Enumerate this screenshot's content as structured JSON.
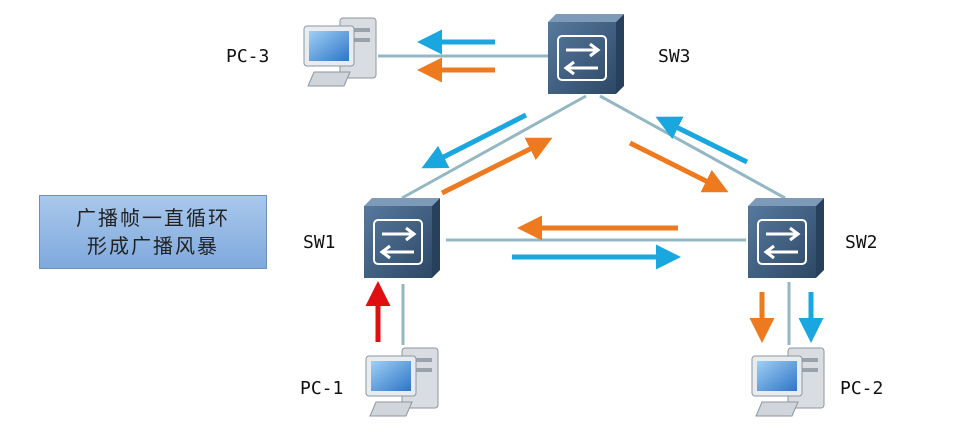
{
  "devices": {
    "sw1": "SW1",
    "sw2": "SW2",
    "sw3": "SW3",
    "pc1": "PC-1",
    "pc2": "PC-2",
    "pc3": "PC-3"
  },
  "callout": {
    "line1": "广播帧一直循环",
    "line2": "形成广播风暴"
  },
  "colors": {
    "link": "#94b7c4",
    "broadcast_blue": "#1aa7e0",
    "broadcast_orange": "#ee7a1f",
    "origin_red": "#e01010",
    "switch_face": "#3a5879"
  },
  "icons": [
    "switch-icon",
    "pc-icon"
  ]
}
